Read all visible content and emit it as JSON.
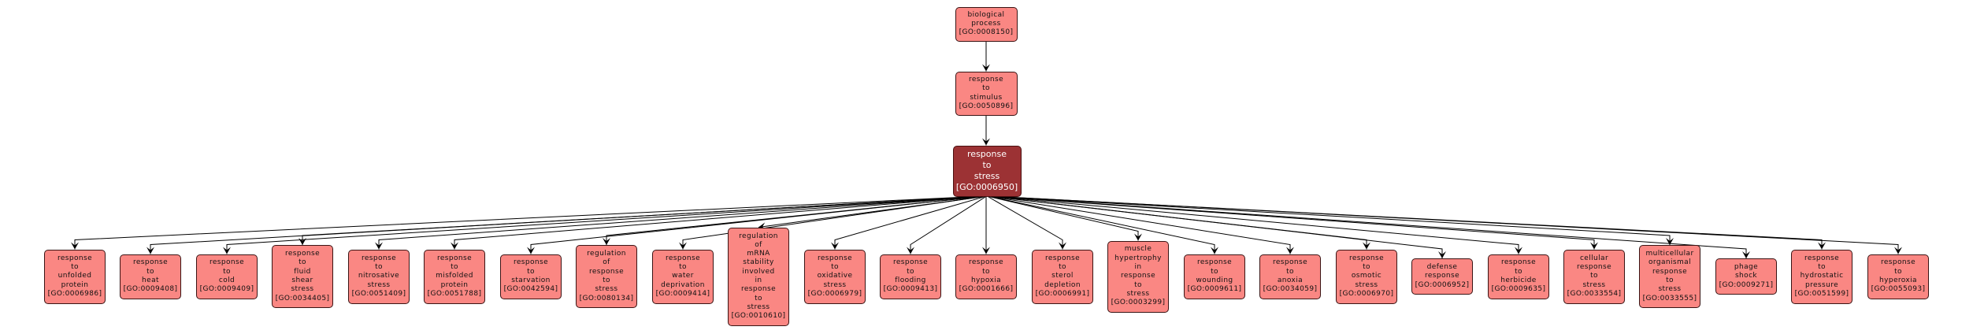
{
  "diagram": {
    "title": "GO term ancestry graph",
    "colors": {
      "node_fill": "#fa8783",
      "hub_fill": "#9c3234",
      "edge": "#000000"
    },
    "root": {
      "id": "root",
      "lines": [
        "biological",
        "process",
        "[GO:0008150]"
      ]
    },
    "parent": {
      "id": "stimulus",
      "lines": [
        "response",
        "to",
        "stimulus",
        "[GO:0050896]"
      ]
    },
    "hub": {
      "id": "stress",
      "lines": [
        "response",
        "to",
        "stress",
        "[GO:0006950]"
      ]
    },
    "children": [
      {
        "lines": [
          "response",
          "to",
          "unfolded",
          "protein",
          "[GO:0006986]"
        ]
      },
      {
        "lines": [
          "response",
          "to",
          "heat",
          "[GO:0009408]"
        ]
      },
      {
        "lines": [
          "response",
          "to",
          "cold",
          "[GO:0009409]"
        ]
      },
      {
        "lines": [
          "response",
          "to",
          "fluid",
          "shear",
          "stress",
          "[GO:0034405]"
        ]
      },
      {
        "lines": [
          "response",
          "to",
          "nitrosative",
          "stress",
          "[GO:0051409]"
        ]
      },
      {
        "lines": [
          "response",
          "to",
          "misfolded",
          "protein",
          "[GO:0051788]"
        ]
      },
      {
        "lines": [
          "response",
          "to",
          "starvation",
          "[GO:0042594]"
        ]
      },
      {
        "lines": [
          "regulation",
          "of",
          "response",
          "to",
          "stress",
          "[GO:0080134]"
        ]
      },
      {
        "lines": [
          "response",
          "to",
          "water",
          "deprivation",
          "[GO:0009414]"
        ]
      },
      {
        "lines": [
          "regulation",
          "of",
          "mRNA",
          "stability",
          "involved",
          "in",
          "response",
          "to",
          "stress",
          "[GO:0010610]"
        ]
      },
      {
        "lines": [
          "response",
          "to",
          "oxidative",
          "stress",
          "[GO:0006979]"
        ]
      },
      {
        "lines": [
          "response",
          "to",
          "flooding",
          "[GO:0009413]"
        ]
      },
      {
        "lines": [
          "response",
          "to",
          "hypoxia",
          "[GO:0001666]"
        ]
      },
      {
        "lines": [
          "response",
          "to",
          "sterol",
          "depletion",
          "[GO:0006991]"
        ]
      },
      {
        "lines": [
          "muscle",
          "hypertrophy",
          "in",
          "response",
          "to",
          "stress",
          "[GO:0003299]"
        ]
      },
      {
        "lines": [
          "response",
          "to",
          "wounding",
          "[GO:0009611]"
        ]
      },
      {
        "lines": [
          "response",
          "to",
          "anoxia",
          "[GO:0034059]"
        ]
      },
      {
        "lines": [
          "response",
          "to",
          "osmotic",
          "stress",
          "[GO:0006970]"
        ]
      },
      {
        "lines": [
          "defense",
          "response",
          "[GO:0006952]"
        ]
      },
      {
        "lines": [
          "response",
          "to",
          "herbicide",
          "[GO:0009635]"
        ]
      },
      {
        "lines": [
          "cellular",
          "response",
          "to",
          "stress",
          "[GO:0033554]"
        ]
      },
      {
        "lines": [
          "multicellular",
          "organismal",
          "response",
          "to",
          "stress",
          "[GO:0033555]"
        ]
      },
      {
        "lines": [
          "phage",
          "shock",
          "[GO:0009271]"
        ]
      },
      {
        "lines": [
          "response",
          "to",
          "hydrostatic",
          "pressure",
          "[GO:0051599]"
        ]
      },
      {
        "lines": [
          "response",
          "to",
          "hyperoxia",
          "[GO:0055093]"
        ]
      }
    ]
  }
}
